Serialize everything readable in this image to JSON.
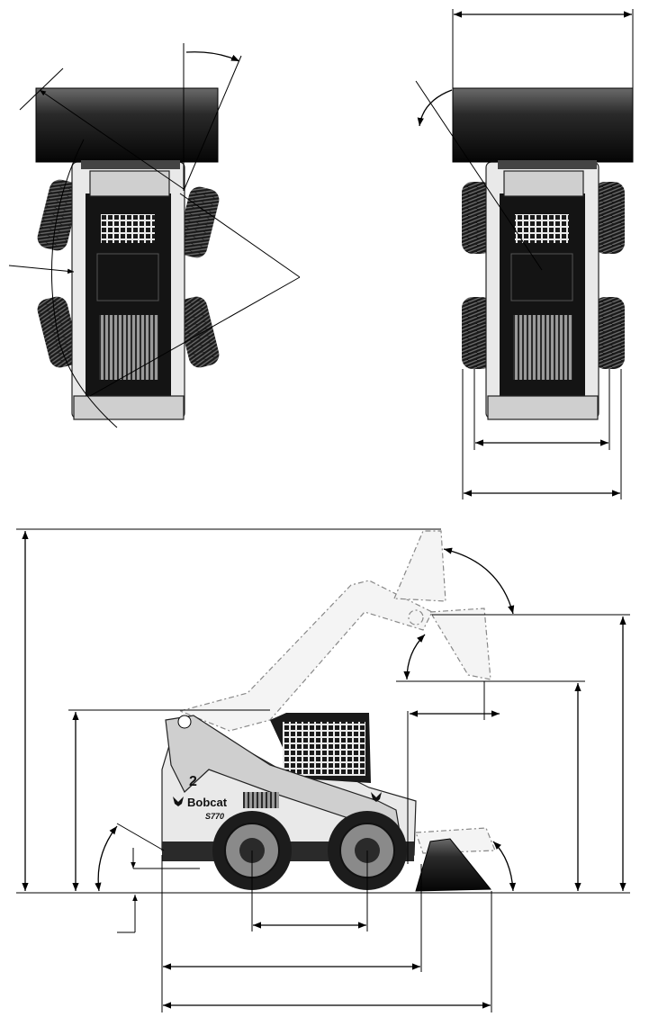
{
  "brand": {
    "name": "Bobcat",
    "model": "S770"
  },
  "decals": {
    "lift_arm_number": "2"
  },
  "views": [
    {
      "name": "top-view-turning"
    },
    {
      "name": "top-view-straight"
    },
    {
      "name": "side-view"
    }
  ]
}
